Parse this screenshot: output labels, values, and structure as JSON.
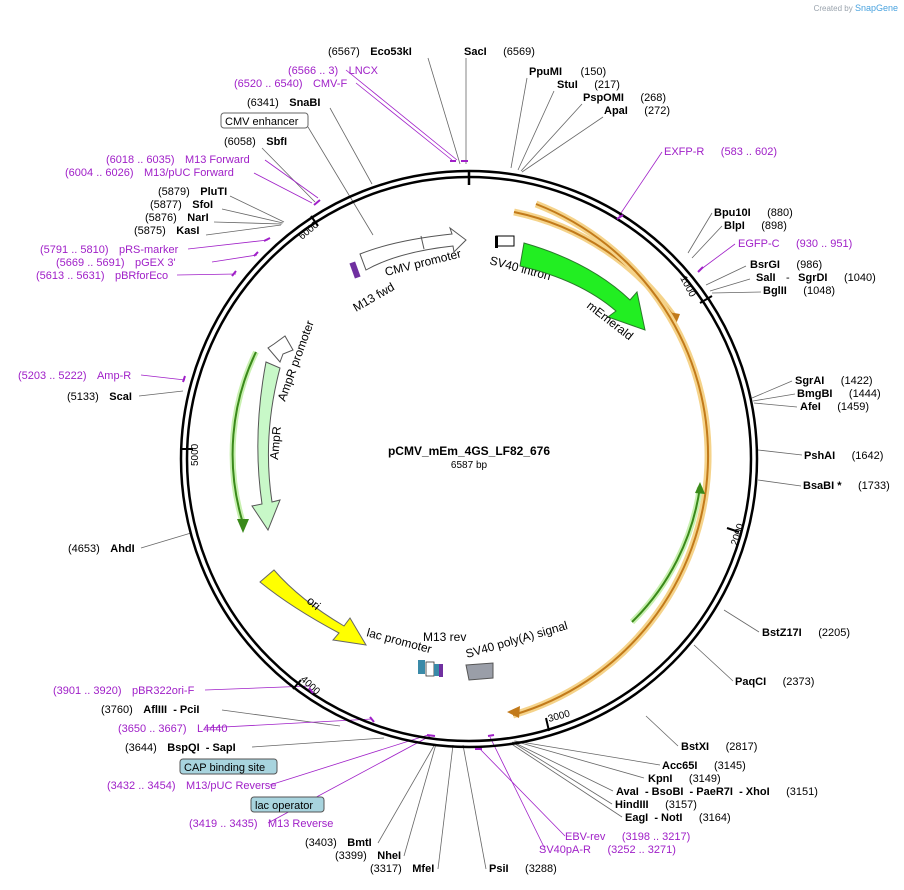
{
  "credit": {
    "created_by": "Created by",
    "brand": "SnapGene"
  },
  "plasmid": {
    "name": "pCMV_mEm_4GS_LF82_676",
    "size": "6587 bp"
  },
  "ring_ticks": [
    "1000",
    "2000",
    "3000",
    "4000",
    "5000",
    "6000"
  ],
  "features": {
    "cmv_enhancer": "CMV enhancer",
    "cmv_promoter": "CMV promoter",
    "m13_fwd": "M13 fwd",
    "sv40_intron": "SV40 intron",
    "memerald": "mEmerald",
    "ampr_promoter": "AmpR promoter",
    "ampr": "AmpR",
    "ori": "ori",
    "lac_promoter": "lac promoter",
    "m13_rev": "M13 rev",
    "sv40_polya": "SV40 poly(A) signal",
    "cap_binding_site": "CAP binding site",
    "lac_operator": "lac operator"
  },
  "sites_top": [
    {
      "pos": "(6567)",
      "name": "Eco53kI"
    },
    {
      "name": "SacI",
      "pos": "(6569)"
    },
    {
      "name": "PpuMI",
      "pos": "(150)"
    },
    {
      "name": "StuI",
      "pos": "(217)"
    },
    {
      "name": "PspOMI",
      "pos": "(268)"
    },
    {
      "name": "ApaI",
      "pos": "(272)"
    }
  ],
  "primers_top": [
    {
      "range": "(6566 .. 3)",
      "name": "LNCX"
    },
    {
      "range": "(6520 .. 6540)",
      "name": "CMV-F"
    }
  ],
  "sites_left": [
    {
      "pos": "(6341)",
      "name": "SnaBI"
    },
    {
      "pos": "(6058)",
      "name": "SbfI"
    },
    {
      "pos": "(5879)",
      "name": "PluTI"
    },
    {
      "pos": "(5877)",
      "name": "SfoI"
    },
    {
      "pos": "(5876)",
      "name": "NarI"
    },
    {
      "pos": "(5875)",
      "name": "KasI"
    },
    {
      "pos": "(5133)",
      "name": "ScaI"
    },
    {
      "pos": "(4653)",
      "name": "AhdI"
    }
  ],
  "primers_left": [
    {
      "range": "(6018 .. 6035)",
      "name": "M13 Forward"
    },
    {
      "range": "(6004 .. 6026)",
      "name": "M13/pUC Forward"
    },
    {
      "range": "(5791 .. 5810)",
      "name": "pRS-marker"
    },
    {
      "range": "(5669 .. 5691)",
      "name": "pGEX 3'"
    },
    {
      "range": "(5613 .. 5631)",
      "name": "pBRforEco"
    },
    {
      "range": "(5203 .. 5222)",
      "name": "Amp-R"
    }
  ],
  "primers_right": [
    {
      "name": "EXFP-R",
      "range": "(583 .. 602)"
    },
    {
      "name": "EGFP-C",
      "range": "(930 .. 951)"
    }
  ],
  "sites_right": [
    {
      "name": "Bpu10I",
      "pos": "(880)"
    },
    {
      "name": "BlpI",
      "pos": "(898)"
    },
    {
      "name": "BsrGI",
      "pos": "(986)"
    },
    {
      "name": "SalI",
      "sep": "-",
      "name2": "SgrDI",
      "pos": "(1040)"
    },
    {
      "name": "BglII",
      "pos": "(1048)"
    },
    {
      "name": "SgrAI",
      "pos": "(1422)"
    },
    {
      "name": "BmgBI",
      "pos": "(1444)"
    },
    {
      "name": "AfeI",
      "pos": "(1459)"
    },
    {
      "name": "PshAI",
      "pos": "(1642)"
    },
    {
      "name": "BsaBI *",
      "pos": "(1733)"
    },
    {
      "name": "BstZ17I",
      "pos": "(2205)"
    },
    {
      "name": "PaqCI",
      "pos": "(2373)"
    },
    {
      "name": "BstXI",
      "pos": "(2817)"
    }
  ],
  "sites_bottom_right": [
    {
      "label": "Acc65I",
      "pos": "(3145)"
    },
    {
      "label": "KpnI",
      "pos": "(3149)"
    },
    {
      "label": "AvaI  - BsoBI  - PaeR7I  - XhoI",
      "pos": "(3151)"
    },
    {
      "label": "HindIII",
      "pos": "(3157)"
    },
    {
      "label": "EagI  - NotI",
      "pos": "(3164)"
    }
  ],
  "primers_bottom_right": [
    {
      "name": "EBV-rev",
      "range": "(3198 .. 3217)"
    },
    {
      "name": "SV40pA-R",
      "range": "(3252 .. 3271)"
    }
  ],
  "sites_bottom_left": [
    {
      "pos": "(3760)",
      "label": "AflIII  - PciI"
    },
    {
      "pos": "(3644)",
      "label": "BspQI  - SapI"
    },
    {
      "pos": "(3403)",
      "label": "BmtI"
    },
    {
      "pos": "(3399)",
      "label": "NheI"
    },
    {
      "pos": "(3317)",
      "label": "MfeI"
    },
    {
      "label": "PsiI",
      "pos": "(3288)"
    }
  ],
  "primers_bottom_left": [
    {
      "range": "(3901 .. 3920)",
      "name": "pBR322ori-F"
    },
    {
      "range": "(3650 .. 3667)",
      "name": "L4440"
    },
    {
      "range": "(3432 .. 3454)",
      "name": "M13/pUC Reverse"
    },
    {
      "range": "(3419 .. 3435)",
      "name": "M13 Reverse"
    }
  ],
  "colors": {
    "primer": "#a020c8",
    "memerald": "#22ee22",
    "ampr": "#c8f8c8",
    "ori": "#ffff00",
    "orf": "#e69b2c",
    "box_teal": "#a8d4de",
    "polya": "#9a9ea8"
  }
}
